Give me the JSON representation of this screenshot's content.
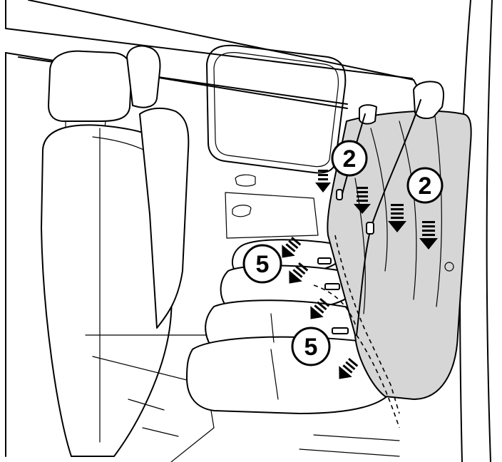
{
  "callouts": [
    {
      "label": "2"
    },
    {
      "label": "2"
    },
    {
      "label": "5"
    },
    {
      "label": "5"
    }
  ],
  "colors": {
    "seat_highlight": "#d6d6d6",
    "line": "#000000"
  },
  "icons": [
    "downward-dashed-arrow-icon",
    "diagonal-dashed-arrow-icon"
  ]
}
